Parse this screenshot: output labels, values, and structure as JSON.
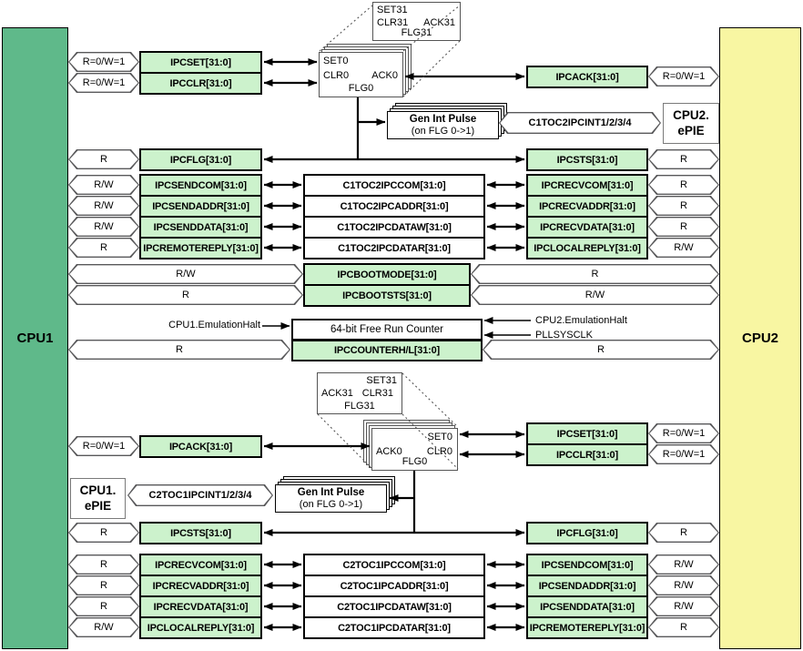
{
  "cpu_left": {
    "label": "CPU1"
  },
  "cpu_right": {
    "label": "CPU2"
  },
  "top_block": {
    "flag31": {
      "set": "SET31",
      "clr": "CLR31",
      "ack": "ACK31",
      "flg": "FLG31"
    },
    "flag0": {
      "set": "SET0",
      "clr": "CLR0",
      "ack": "ACK0",
      "flg": "FLG0"
    },
    "left_regs": [
      {
        "label": "IPCSET[31:0]",
        "access": "R=0/W=1"
      },
      {
        "label": "IPCCLR[31:0]",
        "access": "R=0/W=1"
      },
      {
        "label": "IPCFLG[31:0]",
        "access": "R"
      },
      {
        "label": "IPCSENDCOM[31:0]",
        "access": "R/W"
      },
      {
        "label": "IPCSENDADDR[31:0]",
        "access": "R/W"
      },
      {
        "label": "IPCSENDDATA[31:0]",
        "access": "R/W"
      },
      {
        "label": "IPCREMOTEREPLY[31:0]",
        "access": "R"
      }
    ],
    "mid_regs": [
      {
        "label": "C1TOC2IPCCOM[31:0]"
      },
      {
        "label": "C1TOC2IPCADDR[31:0]"
      },
      {
        "label": "C1TOC2IPCDATAW[31:0]"
      },
      {
        "label": "C1TOC2IPCDATAR[31:0]"
      }
    ],
    "right_regs": [
      {
        "label": "IPCACK[31:0]",
        "access": "R=0/W=1"
      },
      {
        "label": "IPCSTS[31:0]",
        "access": "R"
      },
      {
        "label": "IPCRECVCOM[31:0]",
        "access": "R"
      },
      {
        "label": "IPCRECVADDR[31:0]",
        "access": "R"
      },
      {
        "label": "IPCRECVDATA[31:0]",
        "access": "R"
      },
      {
        "label": "IPCLOCALREPLY[31:0]",
        "access": "R/W"
      }
    ],
    "gen_int_pulse": {
      "line1": "Gen Int Pulse",
      "line2": "(on FLG 0->1)"
    },
    "int_signal": {
      "label": "C1TOC2IPCINT1/2/3/4"
    },
    "epie": {
      "line1": "CPU2.",
      "line2": "ePIE"
    }
  },
  "shared_block": {
    "bootmode": {
      "label": "IPCBOOTMODE[31:0]",
      "left_access": "R/W",
      "right_access": "R"
    },
    "bootsts": {
      "label": "IPCBOOTSTS[31:0]",
      "left_access": "R",
      "right_access": "R/W"
    },
    "counter": {
      "title": "64-bit Free Run Counter",
      "reg": "IPCCOUNTERH/L[31:0]",
      "left_access": "R",
      "right_access": "R",
      "cpu1_halt": "CPU1.EmulationHalt",
      "cpu2_halt": "CPU2.EmulationHalt",
      "clock": "PLLSYSCLK"
    }
  },
  "bottom_block": {
    "flag31": {
      "set": "SET31",
      "clr": "CLR31",
      "ack": "ACK31",
      "flg": "FLG31"
    },
    "flag0": {
      "set": "SET0",
      "clr": "CLR0",
      "ack": "ACK0",
      "flg": "FLG0"
    },
    "left_regs": [
      {
        "label": "IPCACK[31:0]",
        "access": "R=0/W=1"
      },
      {
        "label": "IPCSTS[31:0]",
        "access": "R"
      },
      {
        "label": "IPCRECVCOM[31:0]",
        "access": "R"
      },
      {
        "label": "IPCRECVADDR[31:0]",
        "access": "R"
      },
      {
        "label": "IPCRECVDATA[31:0]",
        "access": "R"
      },
      {
        "label": "IPCLOCALREPLY[31:0]",
        "access": "R/W"
      }
    ],
    "mid_regs": [
      {
        "label": "C2TOC1IPCCOM[31:0]"
      },
      {
        "label": "C2TOC1IPCADDR[31:0]"
      },
      {
        "label": "C2TOC1IPCDATAW[31:0]"
      },
      {
        "label": "C2TOC1IPCDATAR[31:0]"
      }
    ],
    "right_regs": [
      {
        "label": "IPCSET[31:0]",
        "access": "R=0/W=1"
      },
      {
        "label": "IPCCLR[31:0]",
        "access": "R=0/W=1"
      },
      {
        "label": "IPCFLG[31:0]",
        "access": "R"
      },
      {
        "label": "IPCSENDCOM[31:0]",
        "access": "R/W"
      },
      {
        "label": "IPCSENDADDR[31:0]",
        "access": "R/W"
      },
      {
        "label": "IPCSENDDATA[31:0]",
        "access": "R/W"
      },
      {
        "label": "IPCREMOTEREPLY[31:0]",
        "access": "R"
      }
    ],
    "gen_int_pulse": {
      "line1": "Gen Int Pulse",
      "line2": "(on FLG 0->1)"
    },
    "int_signal": {
      "label": "C2TOC1IPCINT1/2/3/4"
    },
    "epie": {
      "line1": "CPU1.",
      "line2": "ePIE"
    }
  }
}
